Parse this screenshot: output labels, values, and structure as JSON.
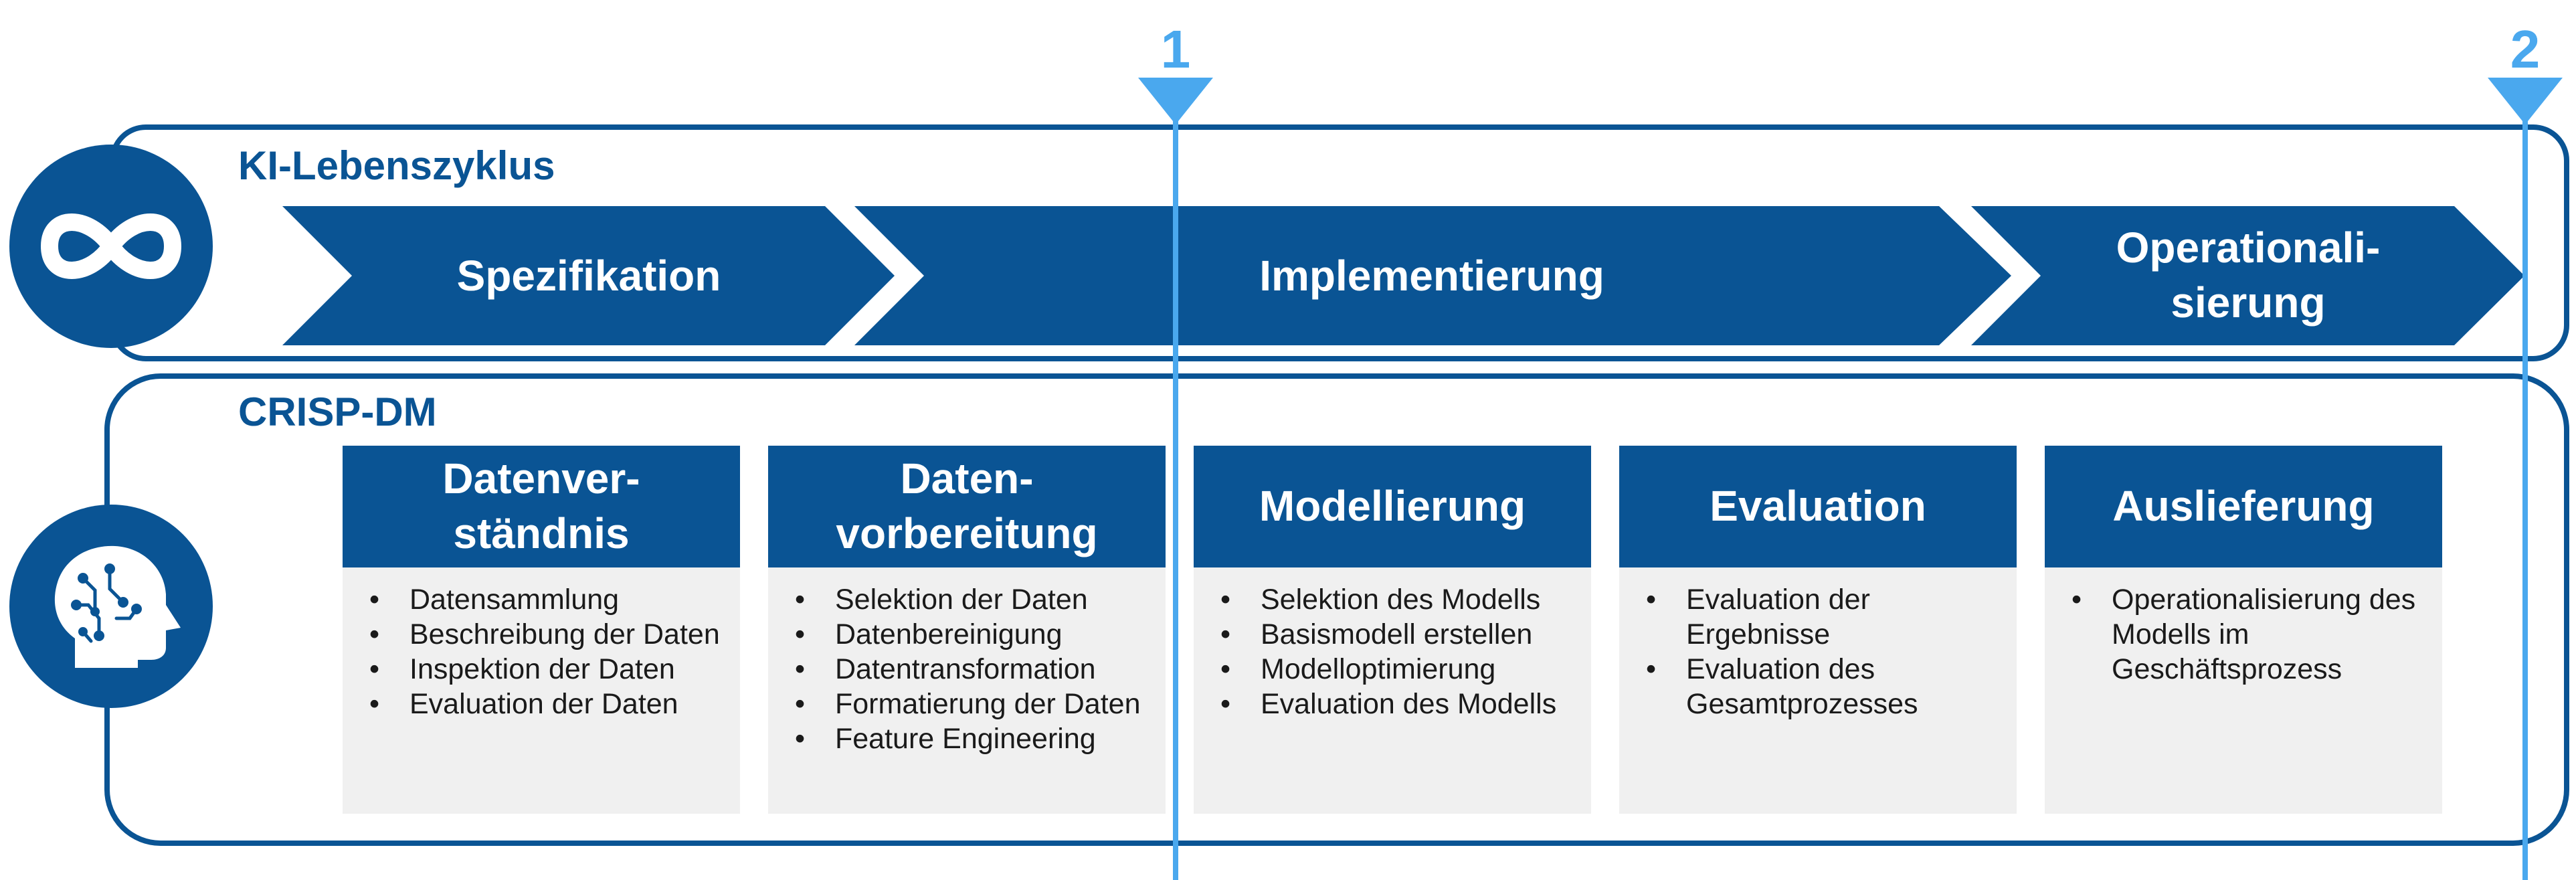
{
  "lifecycle": {
    "title": "KI-Lebenszyklus",
    "phases": [
      {
        "lines": [
          "Spezifikation"
        ]
      },
      {
        "lines": [
          "Implementierung"
        ]
      },
      {
        "lines": [
          "Operationali-",
          "sierung"
        ]
      }
    ]
  },
  "crisp": {
    "title": "CRISP-DM",
    "cards": [
      {
        "title_lines": [
          "Datenver-",
          "ständnis"
        ],
        "items": [
          "Datensammlung",
          "Beschreibung der Daten",
          "Inspektion der Daten",
          "Evaluation der Daten"
        ]
      },
      {
        "title_lines": [
          "Daten-",
          "vorbereitung"
        ],
        "items": [
          "Selektion der Daten",
          "Datenbereinigung",
          "Datentransformation",
          "Formatierung der Daten",
          "Feature Engineering"
        ]
      },
      {
        "title_lines": [
          "Modellierung"
        ],
        "items": [
          "Selektion des Modells",
          "Basismodell erstellen",
          "Modelloptimierung",
          "Evaluation des Modells"
        ]
      },
      {
        "title_lines": [
          "Evaluation"
        ],
        "items": [
          "Evaluation der Ergebnisse",
          "Evaluation des Gesamtprozesses"
        ]
      },
      {
        "title_lines": [
          "Auslieferung"
        ],
        "items": [
          "Operationalisierung des Modells im Geschäftsprozess"
        ]
      }
    ]
  },
  "markers": [
    "1",
    "2"
  ],
  "colors": {
    "primary": "#0a5494",
    "marker": "#4aa8ee",
    "card_body": "#f0f0f0",
    "text": "#1a1a1a"
  },
  "icons": {
    "lifecycle": "infinity-icon",
    "crisp": "ai-head-icon"
  }
}
